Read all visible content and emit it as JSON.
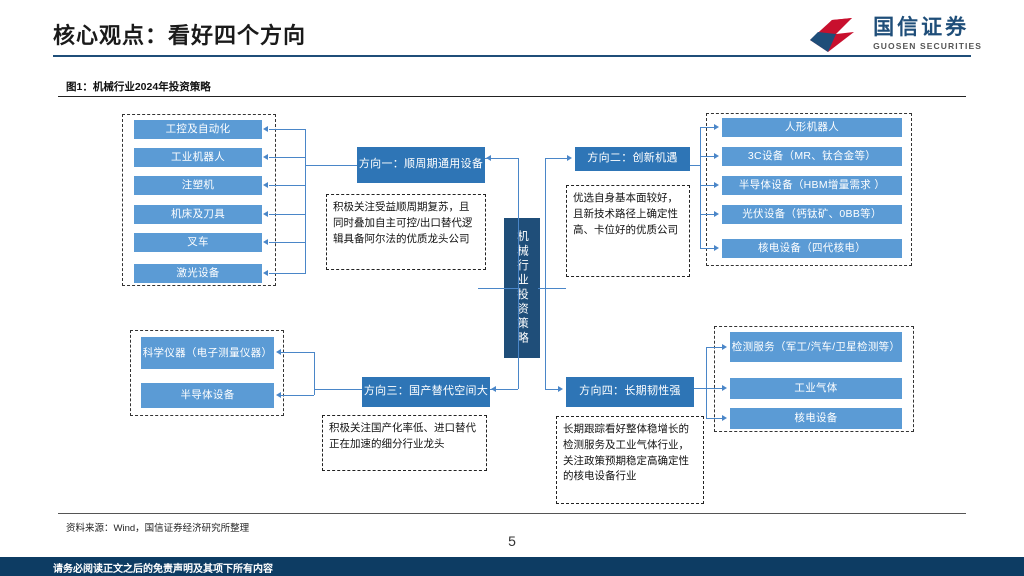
{
  "header": {
    "title": "核心观点：看好四个方向",
    "logo_cn": "国信证券",
    "logo_en": "GUOSEN SECURITIES",
    "accent_navy": "#1f4e79",
    "accent_red": "#c8102e"
  },
  "figure": {
    "caption": "图1：机械行业2024年投资策略"
  },
  "center": {
    "label": "机械行业投资策略"
  },
  "directions": [
    {
      "id": "one",
      "title": "方向一：顺周期通用设备",
      "desc": "积极关注受益顺周期复苏，且同时叠加自主可控/出口替代逻辑具备阿尔法的优质龙头公司",
      "items": [
        "工控及自动化",
        "工业机器人",
        "注塑机",
        "机床及刀具",
        "叉车",
        "激光设备"
      ]
    },
    {
      "id": "two",
      "title": "方向二：创新机遇",
      "desc": "优选自身基本面较好，且新技术路径上确定性高、卡位好的优质公司",
      "items": [
        "人形机器人",
        "3C设备（MR、钛合金等）",
        "半导体设备（HBM增量需求 ）",
        "光伏设备（钙钛矿、0BB等）",
        "核电设备（四代核电）"
      ]
    },
    {
      "id": "three",
      "title": "方向三：国产替代空间大",
      "desc": "积极关注国产化率低、进口替代正在加速的细分行业龙头",
      "items": [
        "科学仪器（电子测量仪器）",
        "半导体设备"
      ]
    },
    {
      "id": "four",
      "title": "方向四：长期韧性强",
      "desc": "长期跟踪看好整体稳增长的检测服务及工业气体行业，关注政策预期稳定高确定性的核电设备行业",
      "items": [
        "检测服务（军工/汽车/卫星检测等）",
        "工业气体",
        "核电设备"
      ]
    }
  ],
  "footer": {
    "source": "资料来源：Wind，国信证券经济研究所整理",
    "page_number": "5",
    "disclaimer": "请务必阅读正文之后的免责声明及其项下所有内容"
  }
}
